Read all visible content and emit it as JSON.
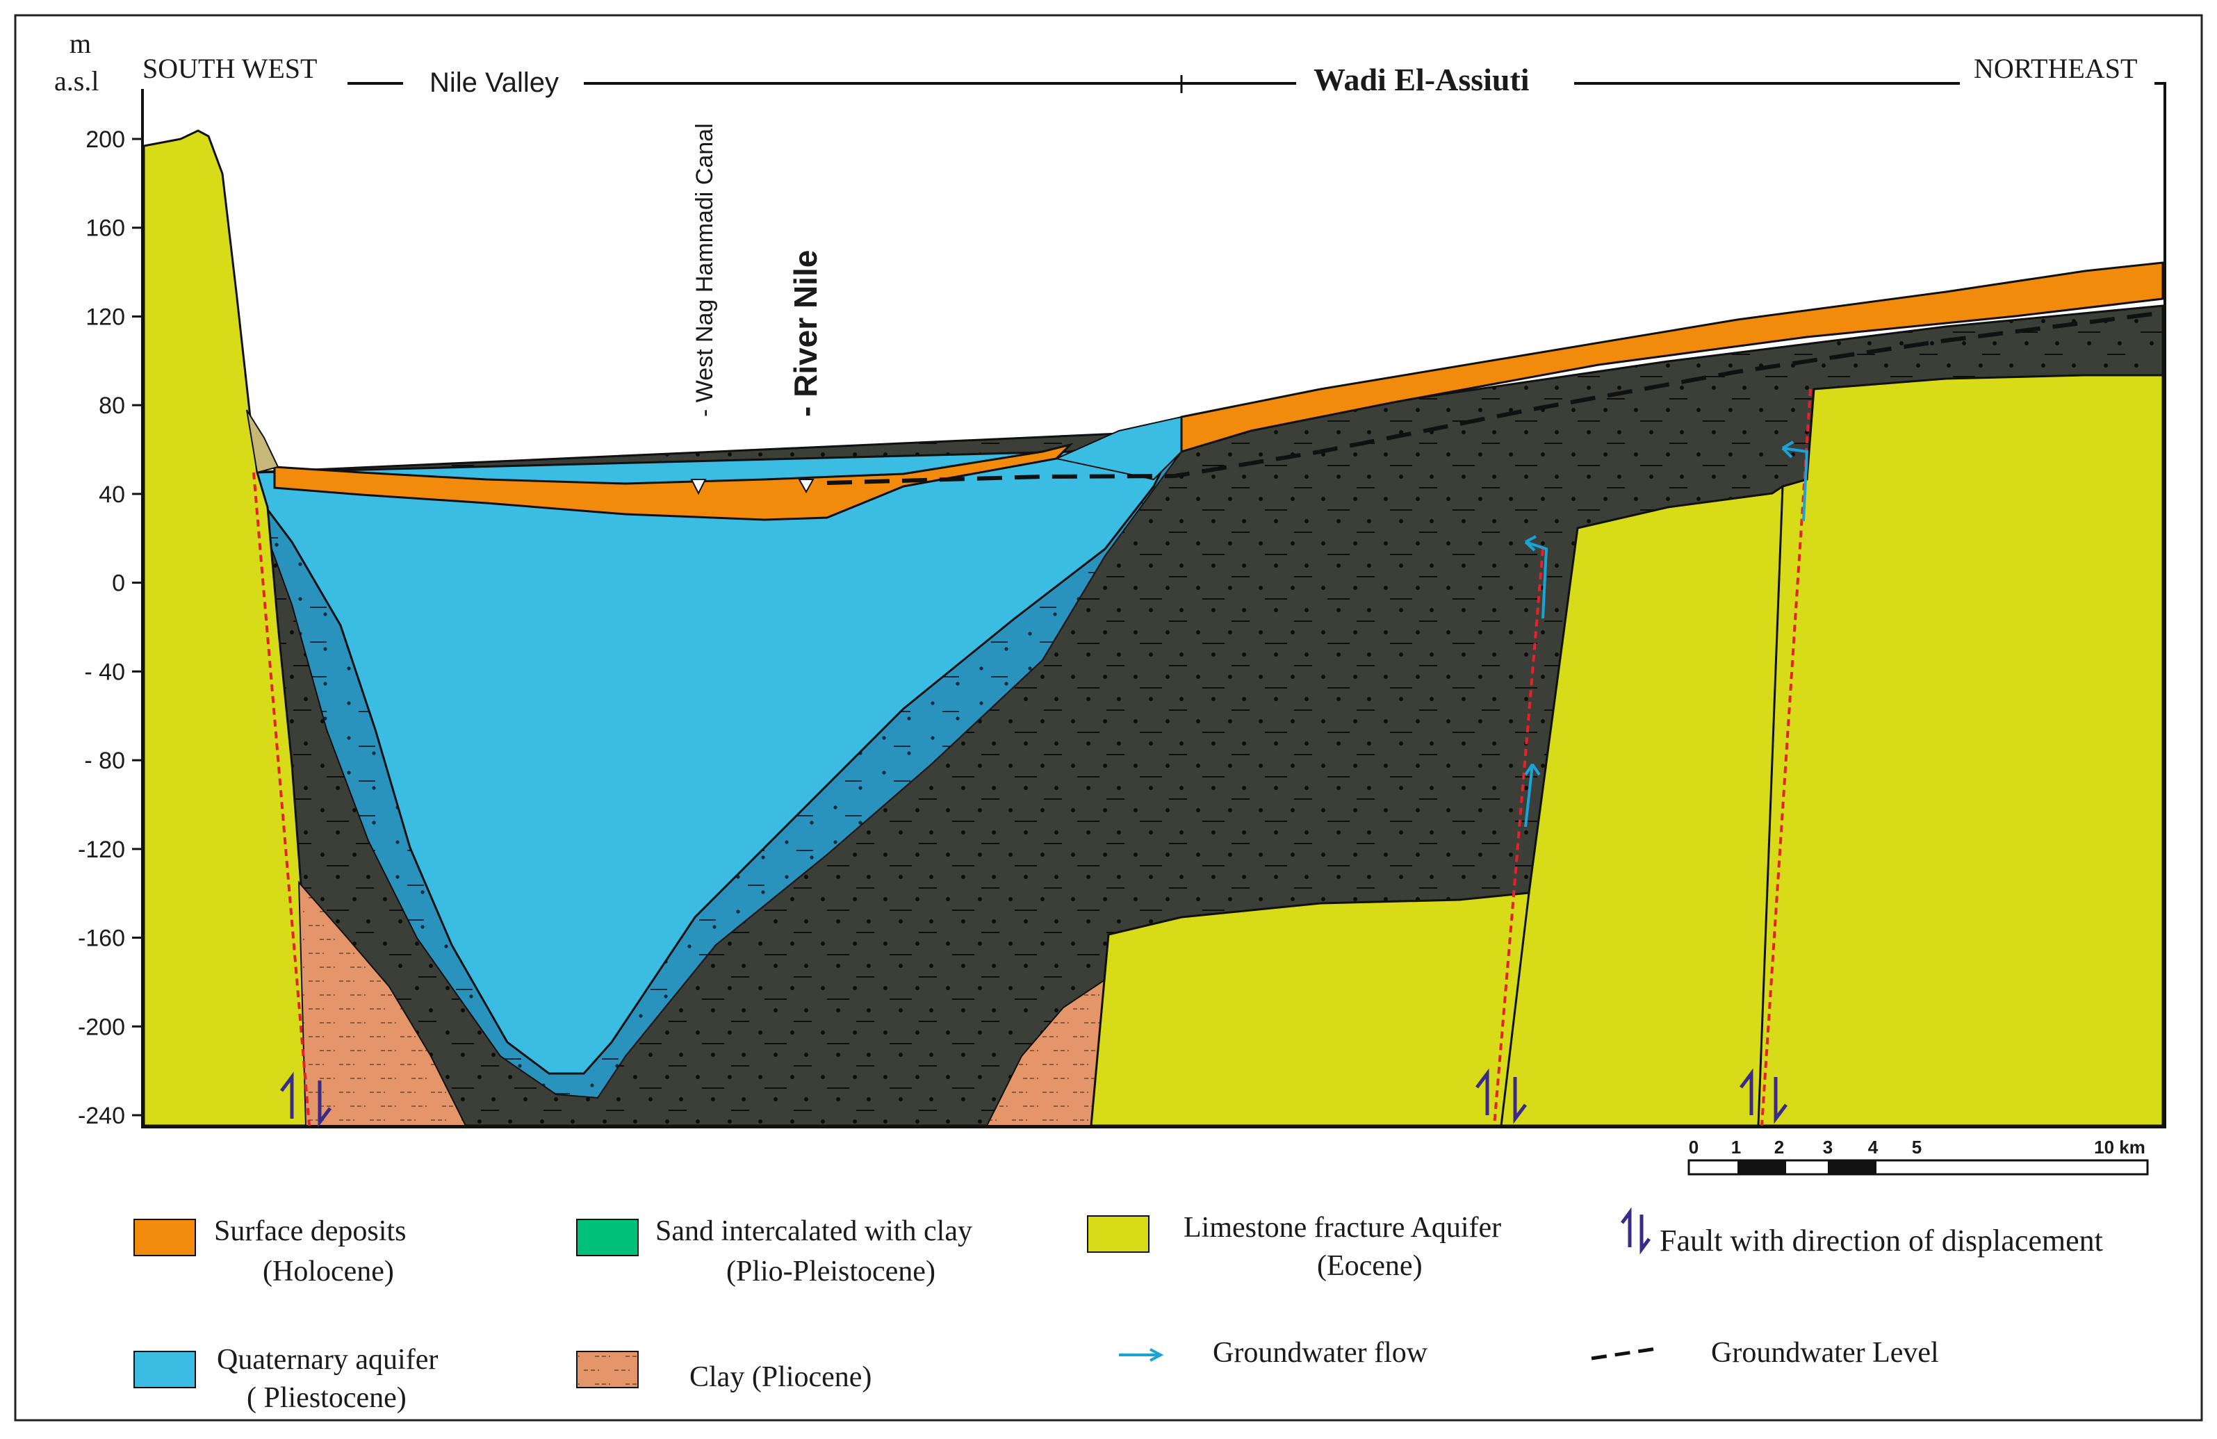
{
  "axis": {
    "unit_line1": "m",
    "unit_line2": "a.s.l",
    "ticks": [
      "200",
      "160",
      "120",
      "80",
      "40",
      "0",
      "- 40",
      "- 80",
      "-120",
      "-160",
      "-200",
      "-240"
    ]
  },
  "header": {
    "southwest": "SOUTH WEST",
    "nile_valley": "Nile Valley",
    "wadi": "Wadi El-Assiuti",
    "northeast": "NORTHEAST"
  },
  "features": {
    "canal": "- West Nag Hammadi Canal",
    "river": "- River Nile"
  },
  "scale_bar": {
    "labels": [
      "0",
      "1",
      "2",
      "3",
      "4",
      "5",
      "10 km"
    ]
  },
  "legend": {
    "surface_deposits": {
      "line1": "Surface deposits",
      "line2": "(Holocene)",
      "color": "#f28a0c"
    },
    "sand_clay": {
      "line1": "Sand intercalated with clay",
      "line2": "(Plio-Pleistocene)",
      "color": "#00c07a"
    },
    "limestone": {
      "line1": "Limestone fracture Aquifer",
      "line2": "(Eocene)",
      "color": "#d8dc18"
    },
    "fault": {
      "label": "Fault with direction of displacement",
      "color": "#3a2a8a"
    },
    "quaternary": {
      "line1": "Quaternary aquifer",
      "line2": "( Pliestocene)",
      "color": "#3bbde3"
    },
    "clay": {
      "label": "Clay (Pliocene)",
      "color": "#e4956a"
    },
    "gw_flow": {
      "label": "Groundwater flow",
      "color": "#1aa3d6"
    },
    "gw_level": {
      "label": "Groundwater Level"
    }
  },
  "colors": {
    "dark_clay": "#3c3f38",
    "quaternary_deep": "#2a93bd",
    "fault_line": "#e8202a"
  }
}
